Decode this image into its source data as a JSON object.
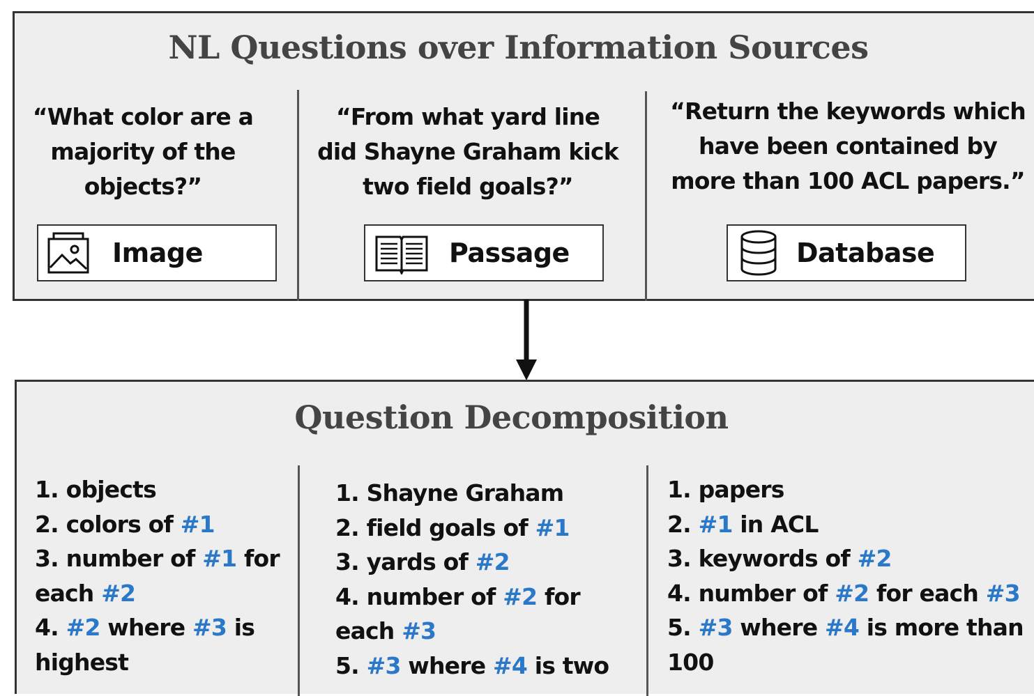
{
  "top_panel": {
    "title": "NL Questions over Information Sources",
    "columns": [
      {
        "question_lines": [
          "“What color are a",
          "majority of the",
          "objects?”"
        ],
        "source_icon": "image-icon",
        "source_label": "Image"
      },
      {
        "question_lines": [
          "“From what yard line",
          "did Shayne Graham kick",
          "two field goals?”"
        ],
        "source_icon": "book-icon",
        "source_label": "Passage"
      },
      {
        "question_lines": [
          "“Return the keywords which",
          "have been contained by",
          "more than 100 ACL papers.”"
        ],
        "source_icon": "database-icon",
        "source_label": "Database"
      }
    ]
  },
  "arrow": {
    "icon": "down-arrow-icon"
  },
  "bottom_panel": {
    "title": "Question Decomposition",
    "ref_color": "#2b78c8",
    "columns": [
      {
        "lines": [
          [
            {
              "t": "1. objects"
            }
          ],
          [
            {
              "t": "2. colors of "
            },
            {
              "t": "#1",
              "ref": true
            }
          ],
          [
            {
              "t": "3. number of "
            },
            {
              "t": "#1",
              "ref": true
            },
            {
              "t": " for"
            }
          ],
          [
            {
              "t": "each "
            },
            {
              "t": "#2",
              "ref": true
            }
          ],
          [
            {
              "t": "4. "
            },
            {
              "t": "#2",
              "ref": true
            },
            {
              "t": " where "
            },
            {
              "t": "#3",
              "ref": true
            },
            {
              "t": " is"
            }
          ],
          [
            {
              "t": "highest"
            }
          ]
        ]
      },
      {
        "lines": [
          [
            {
              "t": "1. Shayne Graham"
            }
          ],
          [
            {
              "t": "2. field goals of "
            },
            {
              "t": "#1",
              "ref": true
            }
          ],
          [
            {
              "t": "3. yards of "
            },
            {
              "t": "#2",
              "ref": true
            }
          ],
          [
            {
              "t": "4. number of "
            },
            {
              "t": "#2",
              "ref": true
            },
            {
              "t": " for"
            }
          ],
          [
            {
              "t": "each "
            },
            {
              "t": "#3",
              "ref": true
            }
          ],
          [
            {
              "t": "5. "
            },
            {
              "t": "#3",
              "ref": true
            },
            {
              "t": " where "
            },
            {
              "t": "#4",
              "ref": true
            },
            {
              "t": " is two"
            }
          ]
        ]
      },
      {
        "lines": [
          [
            {
              "t": "1. papers"
            }
          ],
          [
            {
              "t": "2. "
            },
            {
              "t": "#1",
              "ref": true
            },
            {
              "t": " in ACL"
            }
          ],
          [
            {
              "t": "3. keywords of "
            },
            {
              "t": "#2",
              "ref": true
            }
          ],
          [
            {
              "t": "4. number of "
            },
            {
              "t": "#2",
              "ref": true
            },
            {
              "t": " for each "
            },
            {
              "t": "#3",
              "ref": true
            }
          ],
          [
            {
              "t": "5. "
            },
            {
              "t": "#3",
              "ref": true
            },
            {
              "t": " where "
            },
            {
              "t": "#4",
              "ref": true
            },
            {
              "t": " is more than"
            }
          ],
          [
            {
              "t": "100"
            }
          ]
        ]
      }
    ]
  }
}
